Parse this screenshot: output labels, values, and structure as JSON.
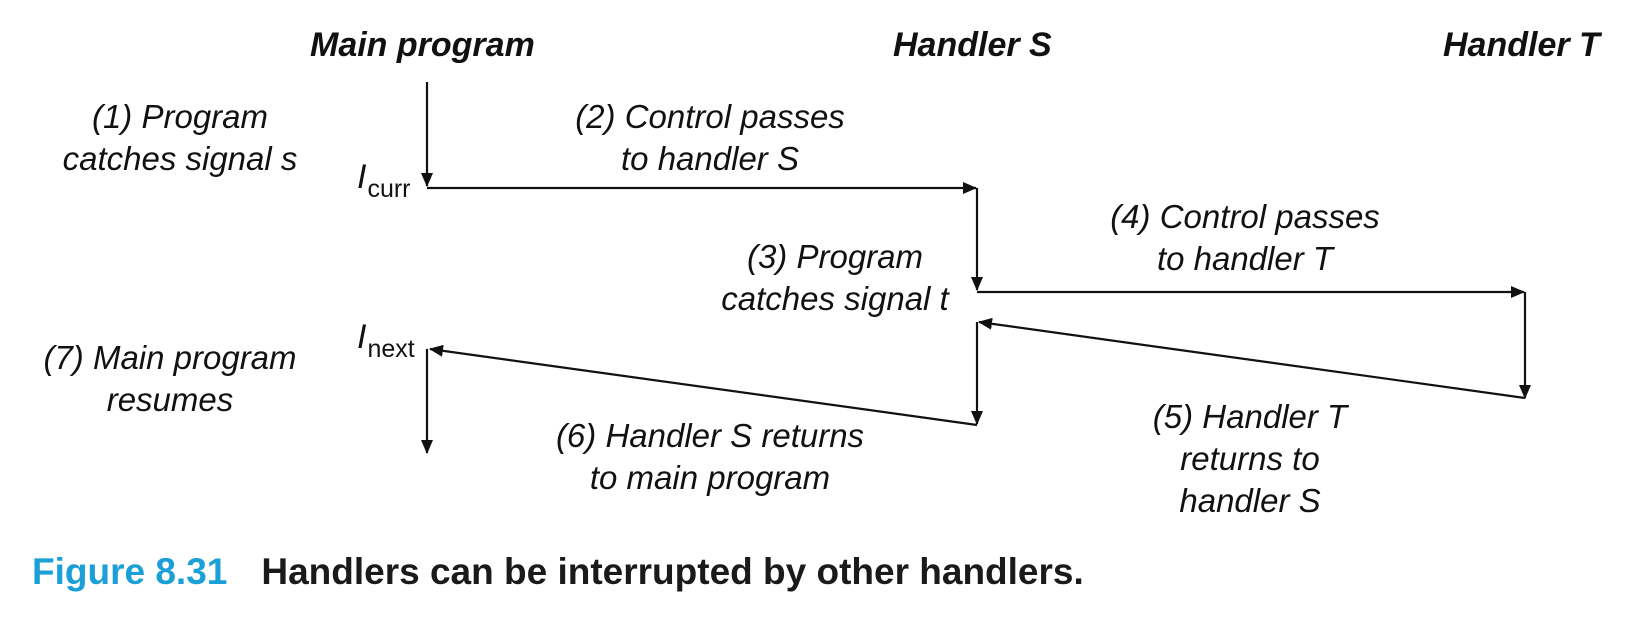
{
  "headings": {
    "main": "Main program",
    "handler_s": "Handler S",
    "handler_t": "Handler T"
  },
  "instructions": {
    "curr_symbol": "I",
    "curr_sub": "curr",
    "next_symbol": "I",
    "next_sub": "next"
  },
  "steps": {
    "s1": [
      "(1) Program",
      "catches signal s"
    ],
    "s2": [
      "(2) Control passes",
      "to handler S"
    ],
    "s3": [
      "(3) Program",
      "catches signal t"
    ],
    "s4": [
      "(4) Control passes",
      "to handler T"
    ],
    "s5": [
      "(5) Handler T",
      "returns to",
      "handler S"
    ],
    "s6": [
      "(6) Handler S returns",
      "to main program"
    ],
    "s7": [
      "(7) Main program",
      "resumes"
    ]
  },
  "caption": {
    "figure": "Figure 8.31",
    "text": "Handlers can be interrupted by other handlers."
  },
  "colors": {
    "ink": "#111111",
    "figure_label": "#1a9fd6"
  }
}
